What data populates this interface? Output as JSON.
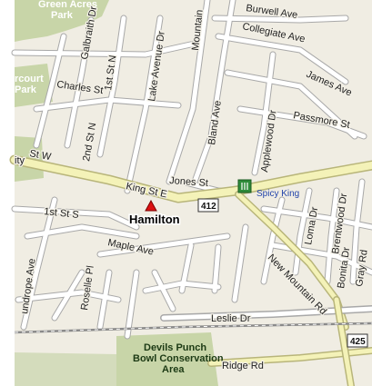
{
  "colors": {
    "land": "#f0ede3",
    "park": "#c8d5a8",
    "street": "#ffffff",
    "street_casing": "#a8a8a8",
    "main_road": "#f4f2b8",
    "main_road_casing": "#b8b57a",
    "railway": "#8a8a8a",
    "marker": "#dd1111"
  },
  "parks": {
    "green_acres": "Green Acres Park",
    "green_acres_line1": "Green Acres",
    "green_acres_line2": "Park",
    "harcourt_line1": "rcourt",
    "harcourt_line2": "Park",
    "devils_punch_line1": "Devils Punch",
    "devils_punch_line2": "Bowl Conservation",
    "devils_punch_line3": "Area"
  },
  "streets": {
    "galbraith": "Galbraith Dr",
    "burwell": "Burwell Ave",
    "collegiate": "Collegiate Ave",
    "charles": "Charles St",
    "first_st_n": "1st St N",
    "lake_avenue": "Lake Avenue Dr",
    "mountain": "Mountain",
    "james": "James Ave",
    "passmore": "Passmore St",
    "bland": "Bland Ave",
    "applewood": "Applewood Dr",
    "second_st_n": "2nd St N",
    "king_w": "St W",
    "king_w_prefix": "ity",
    "jones": "Jones St",
    "king_e": "King St E",
    "first_st_s": "1st St S",
    "loma": "Loma Dr",
    "brentwood": "Brentwood Dr",
    "bonita": "Bonita Dr",
    "gray": "Gray Rd",
    "maple": "Maple Ave",
    "new_mountain": "New Mountain Rd",
    "dundrope": "undrope Ave",
    "roselle": "Roselle Pl",
    "leslie": "Leslie Dr",
    "ridge": "Ridge Rd"
  },
  "shields": {
    "route_412": "412",
    "route_425": "425"
  },
  "poi": {
    "spicy_king": "Spicy King",
    "restaurant_icon": "fork-knife-icon"
  },
  "place": {
    "city": "Hamilton",
    "marker_icon": "triangle-marker-icon"
  }
}
